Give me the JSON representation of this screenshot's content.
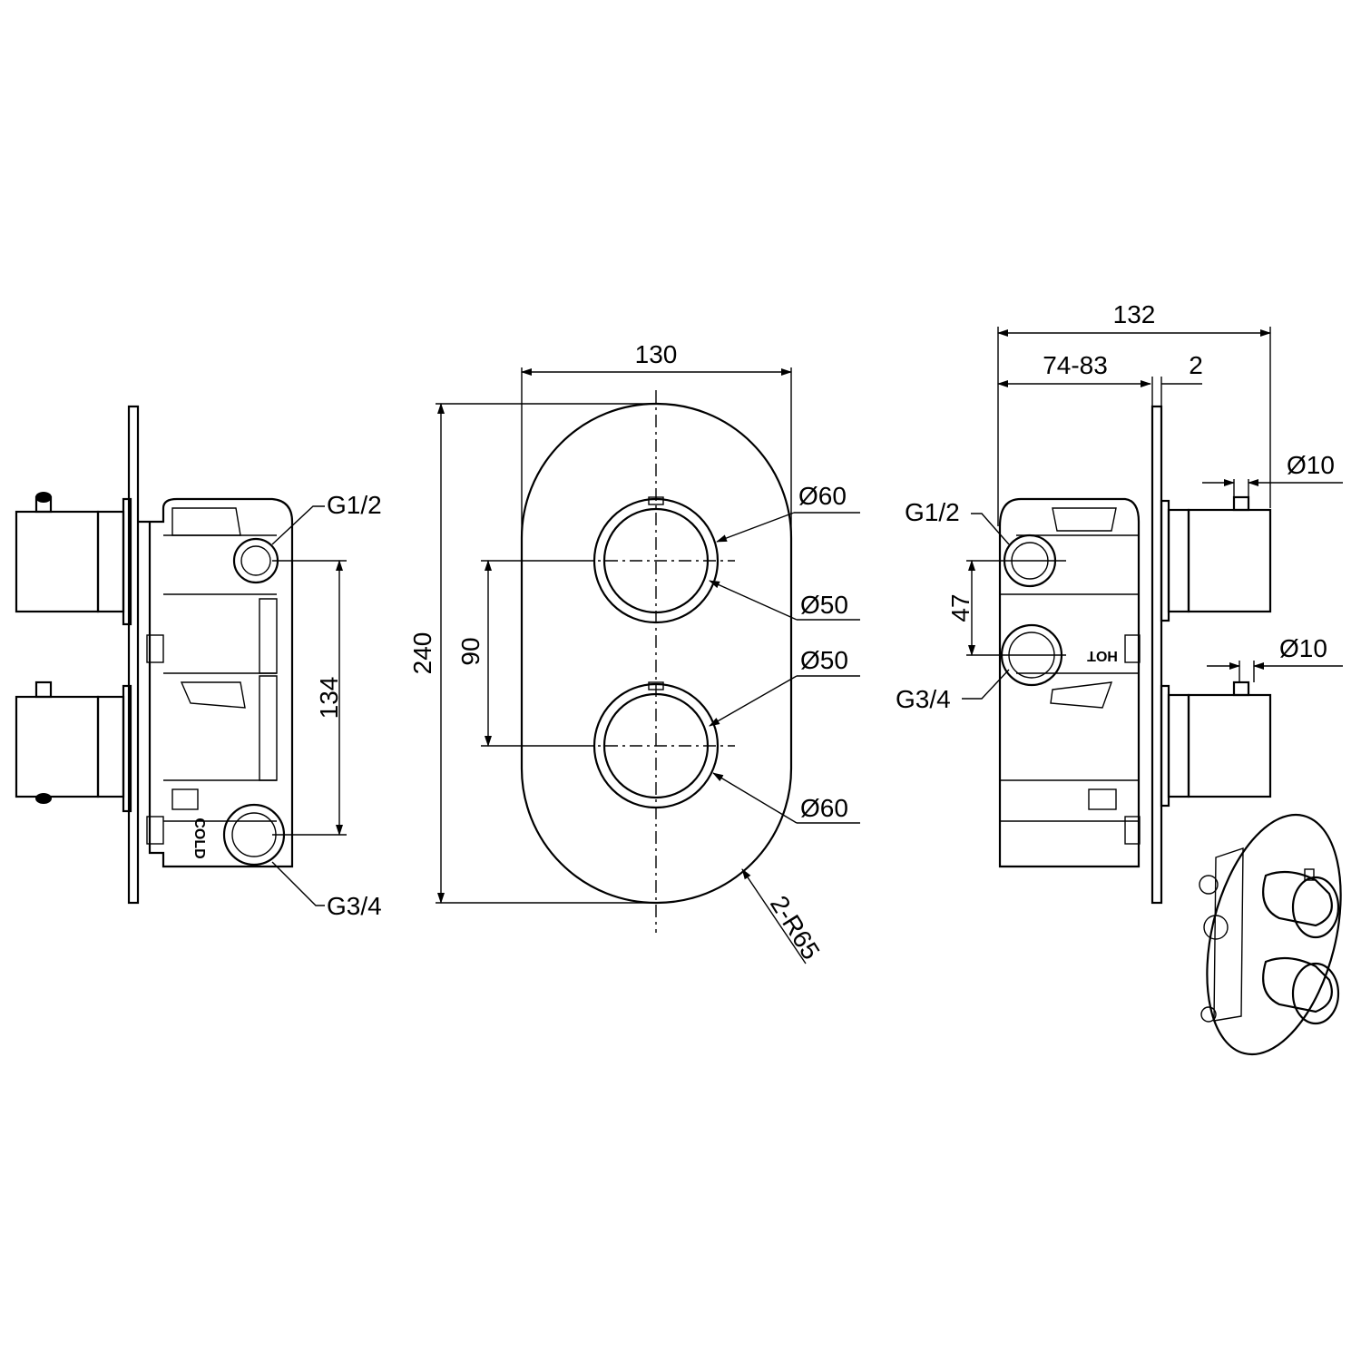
{
  "left_view": {
    "label_top_port": "G1/2",
    "label_bottom_port": "G3/4",
    "dim_height": "134",
    "stamp_text": "COLD"
  },
  "front_view": {
    "dim_width": "130",
    "dim_height": "240",
    "dim_spacing": "90",
    "label_top_outer": "Ø60",
    "label_top_inner": "Ø50",
    "label_bottom_inner": "Ø50",
    "label_bottom_outer": "Ø60",
    "label_radius": "2-R65"
  },
  "right_view": {
    "dim_overall": "132",
    "dim_depth": "74-83",
    "dim_plate": "2",
    "dim_top_pin": "Ø10",
    "dim_bottom_pin": "Ø10",
    "dim_port_spacing": "47",
    "label_top_port": "G1/2",
    "label_bottom_port": "G3/4",
    "stamp_text": "HOT"
  }
}
